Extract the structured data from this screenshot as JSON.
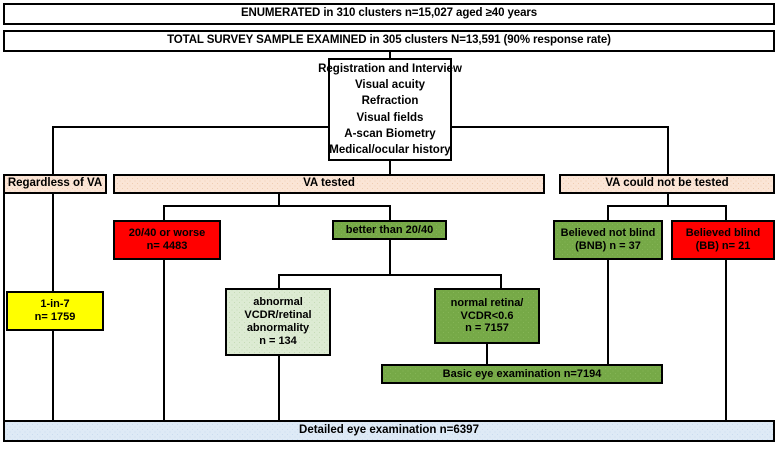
{
  "diagram": {
    "title": "Study flow chart of survey enumeration and eye examination",
    "colors": {
      "red": "#FF0000",
      "green": "#76A947",
      "light_green": "#DDEBD3",
      "yellow": "#FFFF00",
      "peach": "#FBE5D6",
      "light_blue": "#DEEAF6",
      "border": "#000000"
    },
    "headers": [
      {
        "id": "enumerated",
        "text": "ENUMERATED in 310 clusters n=15,027 aged ≥40 years"
      },
      {
        "id": "examined",
        "text": "TOTAL SURVEY SAMPLE EXAMINED in 305 clusters N=13,591 (90% response rate)"
      }
    ],
    "procedures": {
      "id": "registration-procedures",
      "lines": [
        "Registration and Interview",
        "Visual acuity",
        "Refraction",
        "Visual fields",
        "A-scan Biometry",
        "Medical/ocular history"
      ]
    },
    "branches": [
      {
        "id": "regardless-of-va",
        "lines": [
          "Regardless of VA"
        ]
      },
      {
        "id": "va-tested",
        "lines": [
          "VA tested"
        ]
      },
      {
        "id": "va-could-not-be-tested",
        "lines": [
          "VA could not be tested"
        ]
      }
    ],
    "nodes": [
      {
        "id": "va-20-40-or-worse",
        "lines": [
          "20/40 or worse",
          "n= 4483"
        ]
      },
      {
        "id": "va-better-than-20-40",
        "lines": [
          "better than 20/40"
        ]
      },
      {
        "id": "believed-not-blind",
        "lines": [
          "Believed not blind",
          "(BNB)    n = 37"
        ]
      },
      {
        "id": "believed-blind",
        "lines": [
          "Believed blind",
          "(BB)  n= 21"
        ]
      },
      {
        "id": "one-in-seven",
        "lines": [
          "1-in-7",
          "n= 1759"
        ]
      },
      {
        "id": "abnormal-vcdr",
        "lines": [
          "abnormal",
          "VCDR/retinal",
          "abnormality",
          "n = 134"
        ]
      },
      {
        "id": "normal-retina",
        "lines": [
          "normal retina/",
          "VCDR<0.6",
          "n = 7157"
        ]
      },
      {
        "id": "basic-eye-examination",
        "lines": [
          "Basic eye examination n=7194"
        ]
      },
      {
        "id": "detailed-eye-examination",
        "lines": [
          "Detailed eye examination n=6397"
        ]
      }
    ]
  }
}
